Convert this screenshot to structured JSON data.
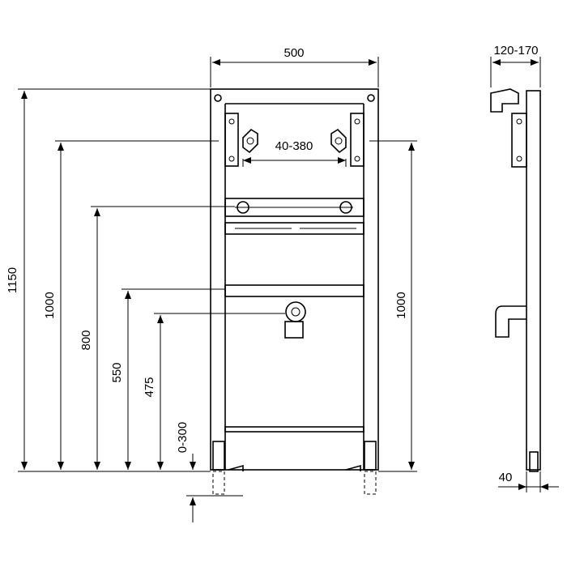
{
  "dimensions": {
    "width_frame": "500",
    "tap_spacing": "40-380",
    "depth_range": "120-170",
    "foot_depth": "40",
    "height_total": "1150",
    "height_1000_left": "1000",
    "height_800": "800",
    "height_550": "550",
    "height_475": "475",
    "foot_adjust": "0-300",
    "height_1000_right": "1000"
  },
  "colors": {
    "line": "#000000",
    "background": "#ffffff"
  }
}
